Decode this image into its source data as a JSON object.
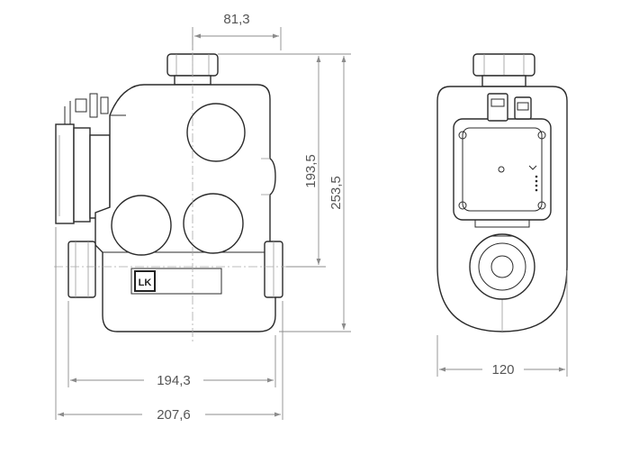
{
  "dimensions": {
    "top_width": "81,3",
    "inner_height": "193,5",
    "total_height": "253,5",
    "body_width": "194,3",
    "total_width": "207,6",
    "side_width": "120"
  },
  "logo_text": "LK"
}
